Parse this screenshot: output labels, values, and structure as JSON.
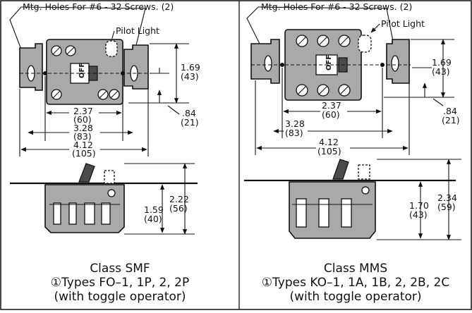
{
  "left": {
    "callout_holes": "Mtg. Holes For #6 - 32 Screws. (2)",
    "callout_pilot": "Pilot Light",
    "switch_text": "OFF",
    "dims": {
      "h1_in": "1.69",
      "h1_mm": "(43)",
      "h2_in": ".84",
      "h2_mm": "(21)",
      "w1_in": "2.37",
      "w1_mm": "(60)",
      "w2_in": "3.28",
      "w2_mm": "(83)",
      "w3_in": "4.12",
      "w3_mm": "(105)",
      "v1_in": "2.22",
      "v1_mm": "(56)",
      "v2_in": "1.59",
      "v2_mm": "(40)"
    },
    "caption": {
      "line1": "Class SMF",
      "line2": "①Types FO–1, 1P, 2, 2P",
      "line3": "(with toggle operator)"
    }
  },
  "right": {
    "callout_holes": "Mtg. Holes For #6 - 32 Screws. (2)",
    "callout_pilot": "Pilot Light",
    "switch_text": "OFF",
    "dims": {
      "h1_in": "1.69",
      "h1_mm": "(43)",
      "h2_in": ".84",
      "h2_mm": "(21)",
      "w1_in": "2.37",
      "w1_mm": "(60)",
      "w2_in": "3.28",
      "w2_mm": "(83)",
      "w3_in": "4.12",
      "w3_mm": "(105)",
      "v1_in": "2.34",
      "v1_mm": "(59)",
      "v2_in": "1.70",
      "v2_mm": "(43)"
    },
    "caption": {
      "line1": "Class MMS",
      "line2": "①Types KO–1, 1A, 1B, 2, 2B, 2C",
      "line3": "(with toggle operator)"
    }
  }
}
